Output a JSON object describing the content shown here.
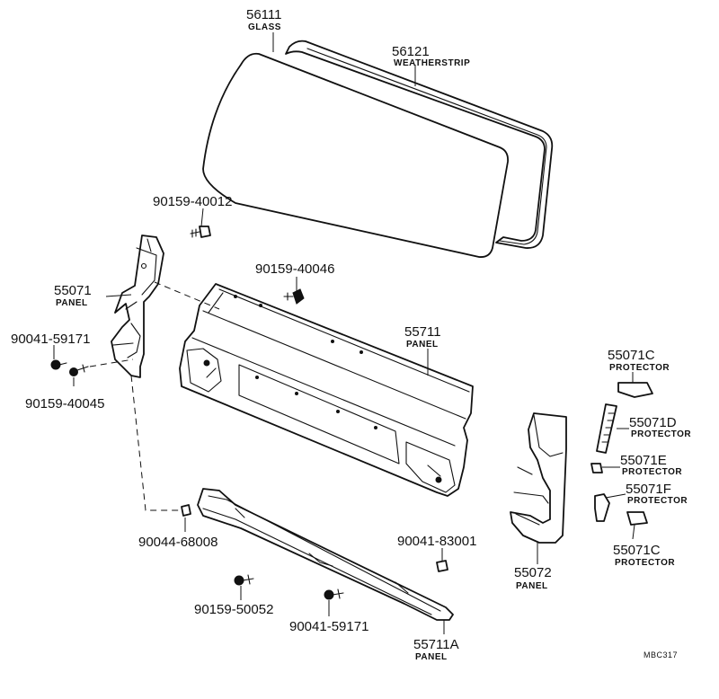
{
  "labels": {
    "glass": {
      "number": "56111",
      "name": "GLASS"
    },
    "weatherstrip": {
      "number": "56121",
      "name": "WEATHERSTRIP"
    },
    "bolt_40012": {
      "number": "90159-40012"
    },
    "bolt_40046": {
      "number": "90159-40046"
    },
    "panel_left": {
      "number": "55071",
      "name": "PANEL"
    },
    "screw_59171_left": {
      "number": "90041-59171"
    },
    "bolt_40045": {
      "number": "90159-40045"
    },
    "panel_center": {
      "number": "55711",
      "name": "PANEL"
    },
    "protector_c_top": {
      "number": "55071C",
      "name": "PROTECTOR"
    },
    "protector_d": {
      "number": "55071D",
      "name": "PROTECTOR"
    },
    "protector_e": {
      "number": "55071E",
      "name": "PROTECTOR"
    },
    "protector_f": {
      "number": "55071F",
      "name": "PROTECTOR"
    },
    "protector_c_bottom": {
      "number": "55071C",
      "name": "PROTECTOR"
    },
    "panel_right": {
      "number": "55072",
      "name": "PANEL"
    },
    "clip_68008": {
      "number": "90044-68008"
    },
    "clip_83001": {
      "number": "90041-83001"
    },
    "bolt_50052": {
      "number": "90159-50052"
    },
    "screw_59171_bottom": {
      "number": "90041-59171"
    },
    "panel_lower": {
      "number": "55711A",
      "name": "PANEL"
    },
    "drawing_code": "MBC317"
  }
}
